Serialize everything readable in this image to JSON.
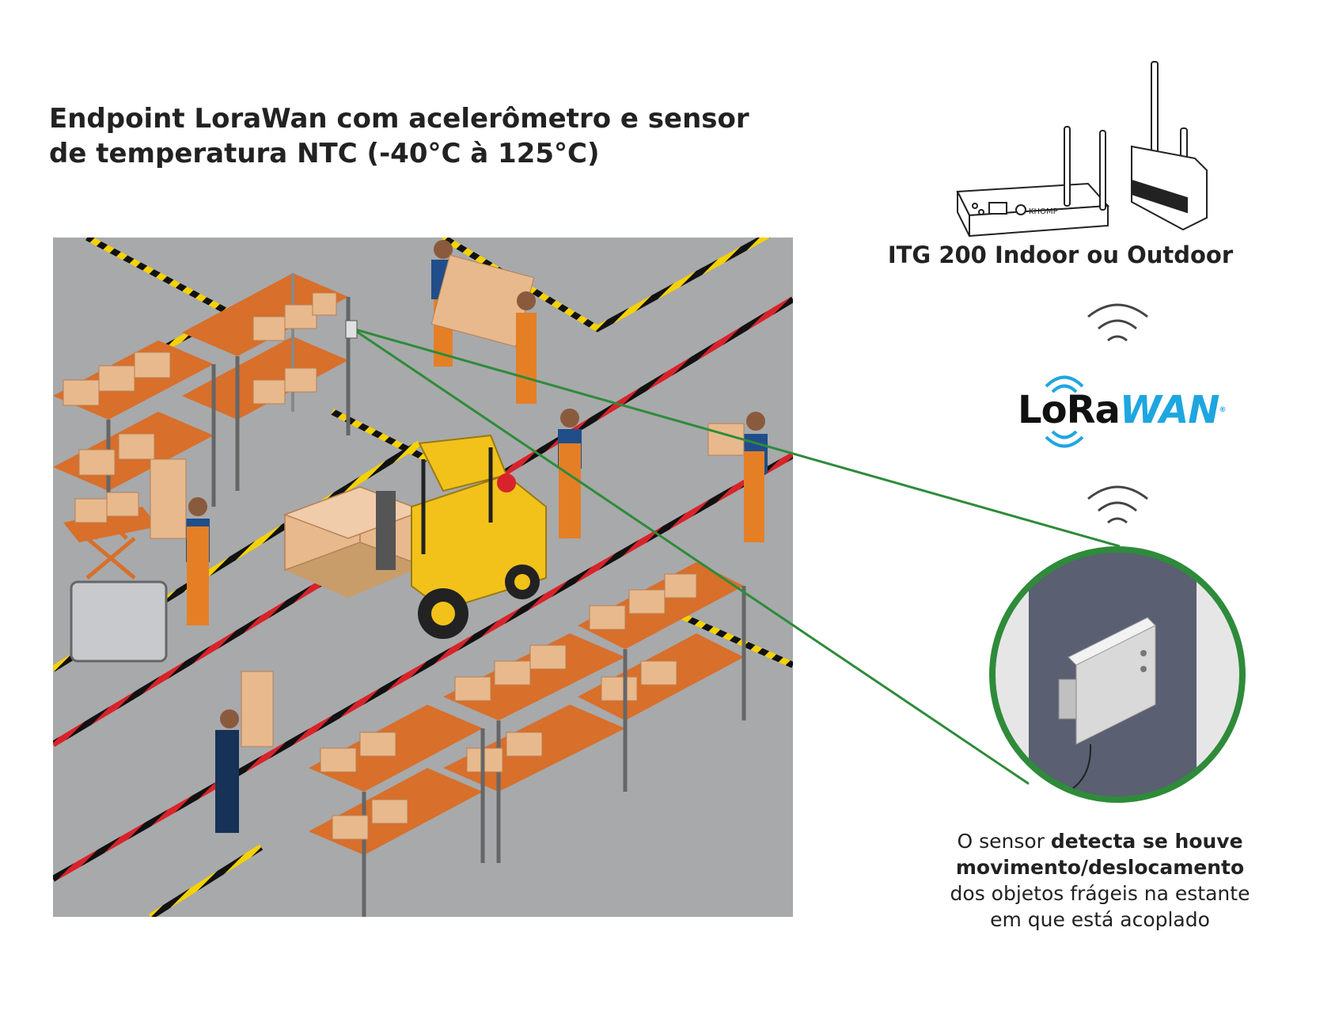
{
  "title": {
    "line1": "Endpoint LoraWan com acelerômetro e sensor",
    "line2": "de temperatura NTC (-40°C à 125°C)"
  },
  "gateway": {
    "label": "ITG 200 Indoor ou Outdoor",
    "brand": "KHOMP"
  },
  "lorawan": {
    "part1": "LoRa",
    "part2": "WAN",
    "mark": "®"
  },
  "caption": {
    "pre": "O sensor ",
    "bold1": "detecta se houve",
    "bold2": "movimento/deslocamento",
    "line3": "dos objetos frágeis na estante",
    "line4": "em que está acoplado"
  },
  "colors": {
    "floor": "#a8a9ab",
    "shelf": "#d86f2a",
    "box": "#e8b98c",
    "link_line": "#2e8b3a",
    "sensor_ring": "#2e8b3a",
    "lorawan_blue": "#1ea6e0",
    "hazard_yellow": "#f5d200",
    "hazard_red": "#d8232a",
    "forklift": "#f2c21a",
    "worker": "#e57f25"
  },
  "icons": [
    "gateway-indoor-icon",
    "gateway-outdoor-icon",
    "signal-waves-icon",
    "lorawan-logo",
    "sensor-device-icon",
    "forklift-icon",
    "worker-icon"
  ]
}
